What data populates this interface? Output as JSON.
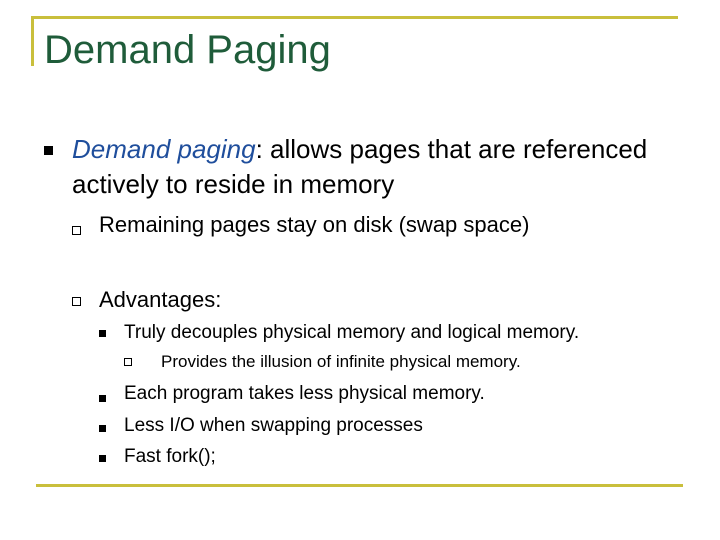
{
  "slide": {
    "title": "Demand Paging",
    "main_bullet": {
      "term": "Demand paging",
      "text": ":  allows pages that are referenced actively to reside in memory"
    },
    "sub_bullets": {
      "remaining": "Remaining pages stay on disk (swap space)",
      "advantages": "Advantages:"
    },
    "advantages": {
      "item1": "Truly decouples physical memory and logical memory.",
      "item1_sub": "Provides the illusion of infinite physical memory.",
      "item2": "Each program takes less physical memory.",
      "item3": "Less I/O when swapping processes",
      "item4": "Fast fork();"
    },
    "colors": {
      "frame": "#c9bf3c",
      "title": "#1f5c3a",
      "term": "#1f4e9c"
    }
  }
}
